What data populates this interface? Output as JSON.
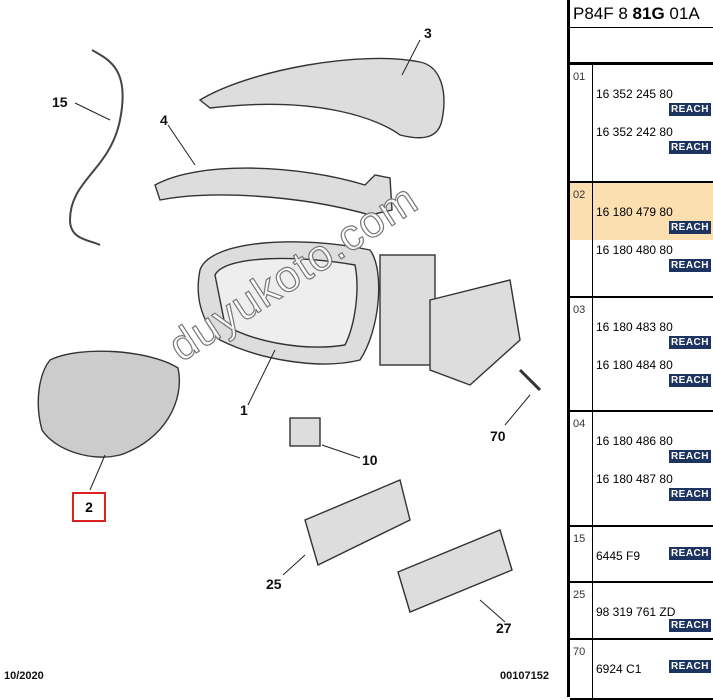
{
  "diagram": {
    "callouts": [
      {
        "id": "c3",
        "label": "3"
      },
      {
        "id": "c15",
        "label": "15"
      },
      {
        "id": "c4",
        "label": "4"
      },
      {
        "id": "c1",
        "label": "1"
      },
      {
        "id": "c2",
        "label": "2"
      },
      {
        "id": "c10",
        "label": "10"
      },
      {
        "id": "c70",
        "label": "70"
      },
      {
        "id": "c25",
        "label": "25"
      },
      {
        "id": "c27",
        "label": "27"
      }
    ],
    "date": "10/2020",
    "drawing_number": "00107152",
    "watermark": "duyukoto.com",
    "selected_color": "#dd2222"
  },
  "table": {
    "title_prefix": "P84F 8 ",
    "title_bold": "81G",
    "title_suffix": " 01A",
    "reach_label": "REACH",
    "highlight_color": "#fbdfb0",
    "rows": [
      {
        "num": "01",
        "parts": [
          "16 352 245 80",
          "16 352 242 80"
        ]
      },
      {
        "num": "02",
        "parts": [
          "16 180 479 80",
          "16 180 480 80"
        ]
      },
      {
        "num": "03",
        "parts": [
          "16 180 483 80",
          "16 180 484 80"
        ]
      },
      {
        "num": "04",
        "parts": [
          "16 180 486 80",
          "16 180 487 80"
        ]
      },
      {
        "num": "15",
        "parts": [
          "6445 F9"
        ]
      },
      {
        "num": "25",
        "parts": [
          "98 319 761 ZD"
        ]
      },
      {
        "num": "70",
        "parts": [
          "6924 C1"
        ]
      }
    ]
  }
}
